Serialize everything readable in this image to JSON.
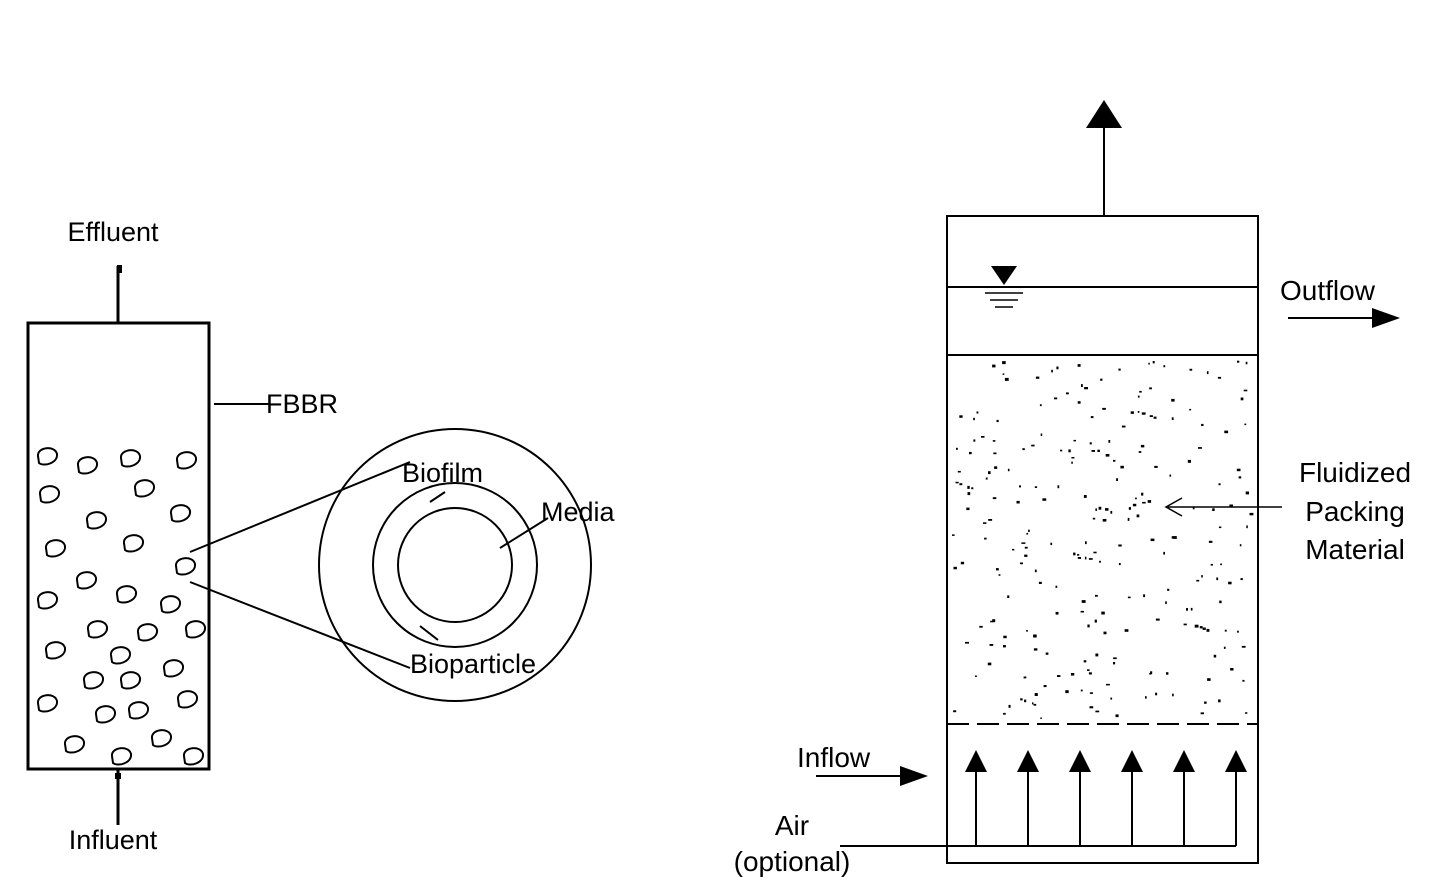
{
  "left_diagram": {
    "effluent_label": "Effluent",
    "influent_label": "Influent",
    "reactor_label": "FBBR",
    "biofilm_label": "Biofilm",
    "media_label": "Media",
    "bioparticle_label": "Bioparticle"
  },
  "right_diagram": {
    "outflow_label": "Outflow",
    "packing_label_lines": [
      "Fluidized",
      "Packing",
      "Material"
    ],
    "inflow_label": "Inflow",
    "air_label": "Air",
    "air_optional_label": "(optional)"
  },
  "colors": {
    "line": "#000000",
    "background": "#ffffff"
  }
}
